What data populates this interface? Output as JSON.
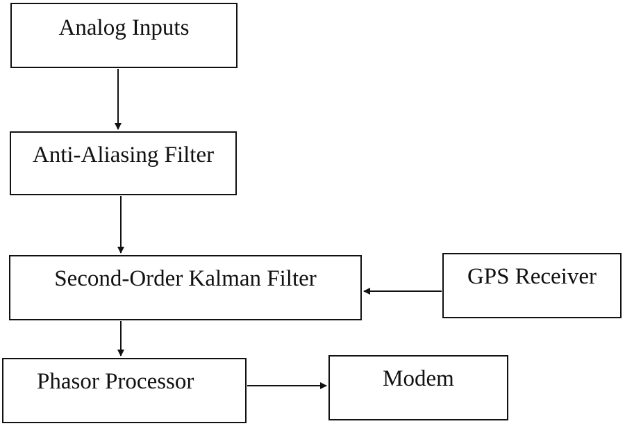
{
  "diagram": {
    "nodes": {
      "analog_inputs": "Analog Inputs",
      "anti_aliasing_filter": "Anti-Aliasing Filter",
      "kalman_filter": "Second-Order Kalman Filter",
      "gps_receiver": "GPS Receiver",
      "phasor_processor": "Phasor Processor",
      "modem": "Modem"
    },
    "edges": [
      {
        "from": "Analog Inputs",
        "to": "Anti-Aliasing Filter"
      },
      {
        "from": "Anti-Aliasing Filter",
        "to": "Second-Order Kalman Filter"
      },
      {
        "from": "GPS Receiver",
        "to": "Second-Order Kalman Filter"
      },
      {
        "from": "Second-Order Kalman Filter",
        "to": "Phasor Processor"
      },
      {
        "from": "Phasor Processor",
        "to": "Modem"
      }
    ],
    "colors": {
      "stroke": "#111111",
      "background": "#ffffff"
    }
  }
}
